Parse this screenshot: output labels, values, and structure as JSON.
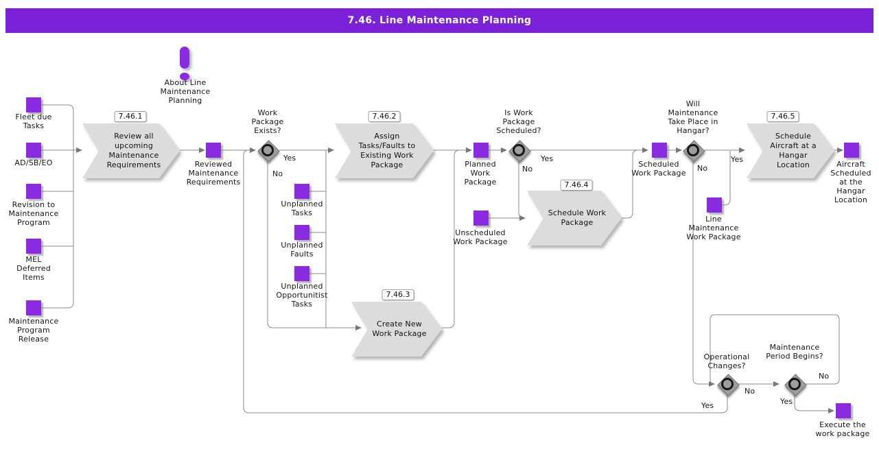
{
  "title": "7.46. Line Maintenance Planning",
  "about": "About Line Maintenance Planning",
  "colors": {
    "banner": "#7b22d8",
    "artifact": "#8a2be2",
    "process_fill": "#dcdcdc",
    "wire": "#8a8a8a"
  },
  "inputs": [
    {
      "label": "Fleet due Tasks"
    },
    {
      "label": "AD/SB/EO"
    },
    {
      "label": "Revision to Maintenance Program"
    },
    {
      "label": "MEL Deferred Items"
    },
    {
      "label": "Maintenance Program Release"
    }
  ],
  "processes": [
    {
      "id": "7.46.1",
      "label": "Review all upcoming Maintenance Requirements"
    },
    {
      "id": "7.46.2",
      "label": "Assign Tasks/Faults to Existing Work Package"
    },
    {
      "id": "7.46.3",
      "label": "Create New Work Package"
    },
    {
      "id": "7.46.4",
      "label": "Schedule Work Package"
    },
    {
      "id": "7.46.5",
      "label": "Schedule Aircraft at a Hangar Location"
    }
  ],
  "artifacts": [
    {
      "label": "Reviewed Maintenance Requirements"
    },
    {
      "label": "Unplanned Tasks"
    },
    {
      "label": "Unplanned Faults"
    },
    {
      "label": "Unplanned Opportunitist Tasks"
    },
    {
      "label": "Planned Work Package"
    },
    {
      "label": "Unscheduled Work Package"
    },
    {
      "label": "Scheduled Work Package"
    },
    {
      "label": "Line Maintenance Work Package"
    },
    {
      "label": "Aircraft Scheduled at the Hangar Location"
    },
    {
      "label": "Execute the work package"
    }
  ],
  "decisions": [
    {
      "label": "Work Package Exists?"
    },
    {
      "label": "Is Work Package Scheduled?"
    },
    {
      "label": "Will Maintenance Take Place in Hangar?"
    },
    {
      "label": "Operational Changes?"
    },
    {
      "label": "Maintenance Period Begins?"
    }
  ],
  "branch": {
    "yes": "Yes",
    "no": "No"
  }
}
